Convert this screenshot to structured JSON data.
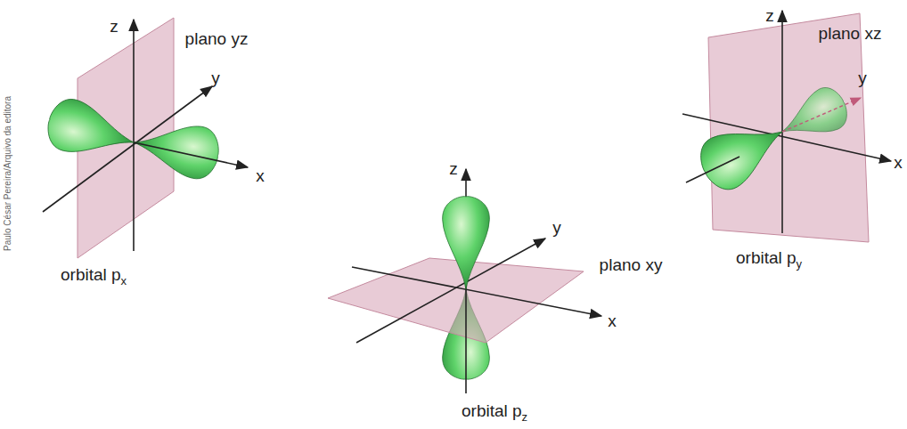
{
  "diagram": {
    "labels": [
      "Paulo César Pereira/Arquivo da editora",
      "z",
      "plano yz",
      "y",
      "x",
      "orbital p",
      "x",
      "z",
      "y",
      "plano xy",
      "x",
      "orbital p",
      "z",
      "z",
      "plano xz",
      "y",
      "x",
      "orbital p",
      "y"
    ]
  }
}
